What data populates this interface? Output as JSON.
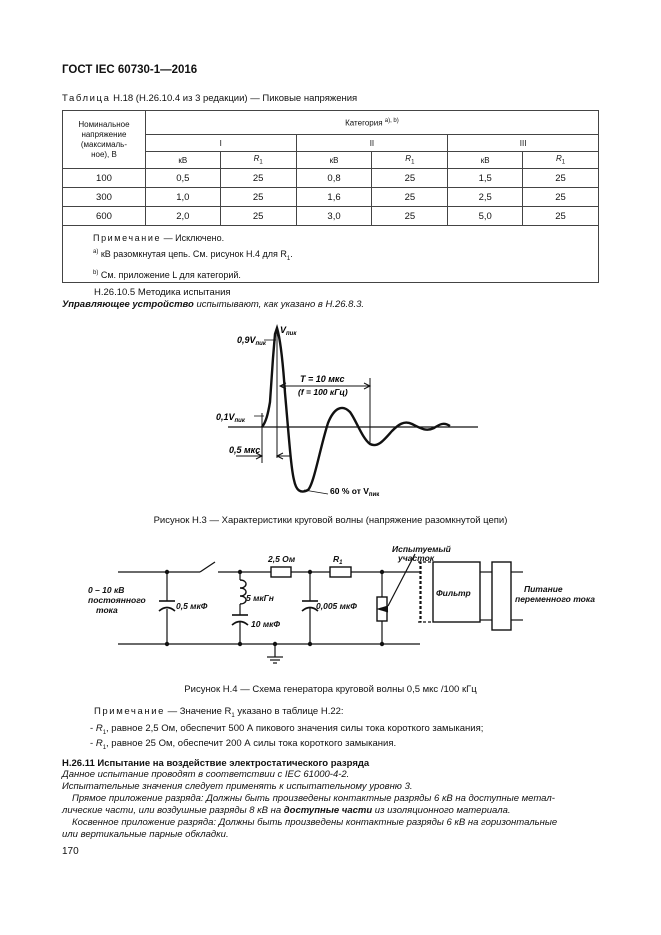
{
  "header": {
    "title": "ГОСТ IEC 60730-1—2016"
  },
  "table_caption": {
    "word": "Таблица",
    "rest": " H.18 (H.26.10.4 из 3 редакции) — Пиковые напряжения"
  },
  "table": {
    "col0": [
      "Номинальное",
      "напряжение",
      "(максималь-",
      "ное), В"
    ],
    "category_head": "Категория",
    "category_sup": "a), b)",
    "groups": [
      "I",
      "II",
      "III"
    ],
    "unit_kv": "кВ",
    "unit_r": "R",
    "unit_r_sub": "1",
    "rows": [
      [
        "100",
        "0,5",
        "25",
        "0,8",
        "25",
        "1,5",
        "25"
      ],
      [
        "300",
        "1,0",
        "25",
        "1,6",
        "25",
        "2,5",
        "25"
      ],
      [
        "600",
        "2,0",
        "25",
        "3,0",
        "25",
        "5,0",
        "25"
      ]
    ],
    "note_word": "Примечание",
    "note_rest": " — Исключено.",
    "fn_a_mark": "a)",
    "fn_a_text": "кВ разомкнутая цепь. См. рисунок H.4 для R",
    "fn_a_sub": "1",
    "fn_a_end": ".",
    "fn_b_mark": "b)",
    "fn_b_text": "См. приложение L для категорий."
  },
  "section_h26105": {
    "heading": "H.26.10.5 Методика испытания",
    "line_bold": "Управляющее устройство",
    "line_rest": " испытывают, как указано в H.26.8.3."
  },
  "fig3": {
    "label_09": "0,9V",
    "label_09_sub": "пик",
    "label_vpik": "V",
    "label_vpik_sub": "пик",
    "label_t1": "T = 10 мкс",
    "label_t2": "(f = 100 кГц)",
    "label_01": "0,1V",
    "label_01_sub": "пик",
    "label_05": "0,5 мкс",
    "label_60": "60 % от V",
    "label_60_sub": "пик",
    "caption": "Рисунок H.3 — Характеристики круговой волны (напряжение разомкнутой цепи)"
  },
  "fig4": {
    "src1": "0 – 10 кВ",
    "src2": "постоянного",
    "src3": "тока",
    "c1": "0,5 мкФ",
    "l1": "5 мкГн",
    "c2": "10 мкФ",
    "r25": "2,5 Ом",
    "r1": "R",
    "r1_sub": "1",
    "c3": "0,005 мкФ",
    "dut1": "Испытуемый",
    "dut2": "участок",
    "filter": "Фильтр",
    "pwr1": "Питание",
    "pwr2": "переменного тока",
    "caption": "Рисунок H.4 — Схема генератора круговой волны 0,5 мкс /100 кГц"
  },
  "fig4_note": {
    "word": "Примечание",
    "rest1": " — Значение R",
    "sub": "1",
    "rest2": " указано в таблице H.22:",
    "b1_r": "R",
    "b1_sub": "1",
    "b1_text": ", равное 2,5 Ом, обеспечит 500 А пикового значения силы тока короткого замыкания;",
    "b2_r": "R",
    "b2_sub": "1",
    "b2_text": ", равное 25 Ом, обеспечит 200 А силы тока короткого замыкания."
  },
  "section_h2611": {
    "heading": "H.26.11 Испытание на воздействие электростатического разряда",
    "l1": "Данное испытание проводят в соответствии с IEC 61000-4-2.",
    "l2": "Испытательные значения следует применять к испытательному уровню 3.",
    "l3": "Прямое приложение разряда: Должны быть произведены контактные разряды 6 кВ на доступные метал-",
    "l4a": "лические части, или воздушные разряды 8 кВ на ",
    "l4b": "доступные части",
    "l4c": " из изоляционного материала.",
    "l5": "Косвенное приложение разряда: Должны быть произведены контактные разряды 6 кВ на горизонтальные",
    "l6": "или вертикальные парные обкладки."
  },
  "page_number": "170"
}
